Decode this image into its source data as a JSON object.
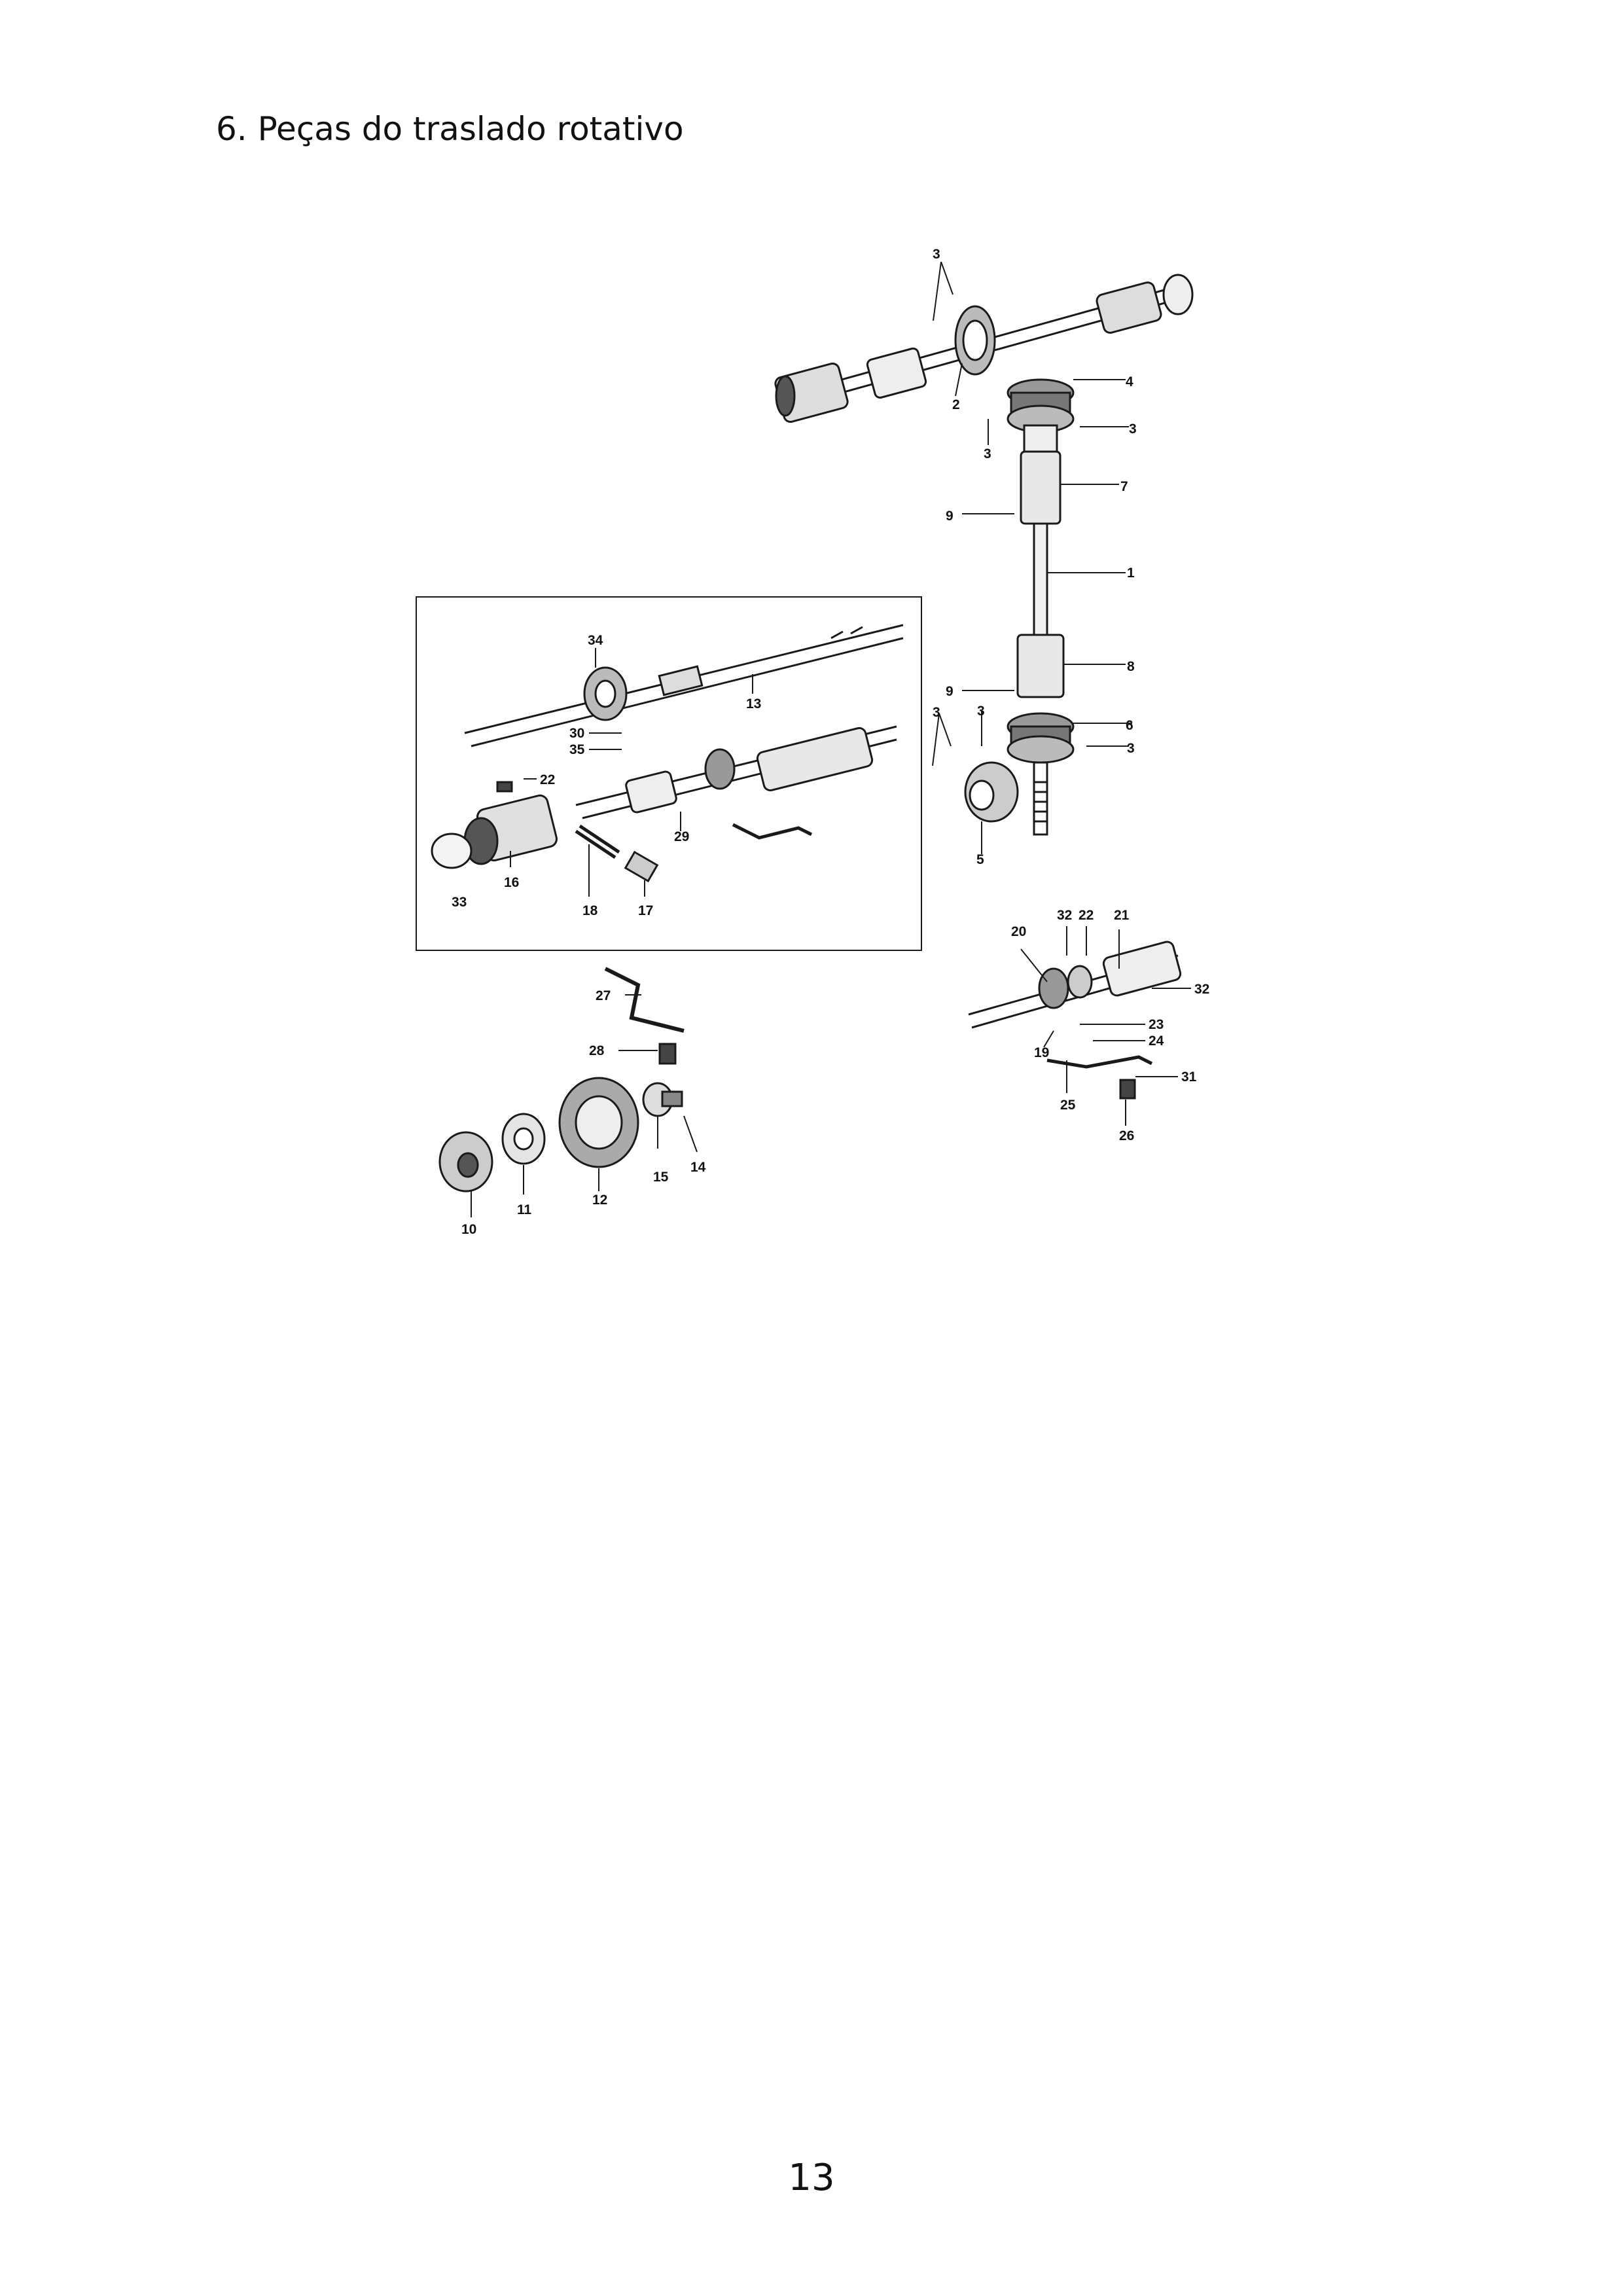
{
  "page": {
    "title": "6. Peças do traslado rotativo",
    "number": "13"
  },
  "figure": {
    "labels": {
      "l3a": "3",
      "l2": "2",
      "l4": "4",
      "l3b": "3",
      "l3c": "3",
      "l7": "7",
      "l9a": "9",
      "l1": "1",
      "l8": "8",
      "l9b": "9",
      "l3d": "3",
      "l3e": "3",
      "l6": "6",
      "l3f": "3",
      "l5": "5",
      "l34": "34",
      "l13": "13",
      "l30": "30",
      "l35": "35",
      "l22a": "22",
      "l29": "29",
      "l33": "33",
      "l16": "16",
      "l18": "18",
      "l17": "17",
      "l20": "20",
      "l32a": "32",
      "l22b": "22",
      "l21": "21",
      "l32b": "32",
      "l23": "23",
      "l24": "24",
      "l19": "19",
      "l31": "31",
      "l25": "25",
      "l26": "26",
      "l27": "27",
      "l28": "28",
      "l10": "10",
      "l11": "11",
      "l12": "12",
      "l15": "15",
      "l14": "14"
    }
  }
}
